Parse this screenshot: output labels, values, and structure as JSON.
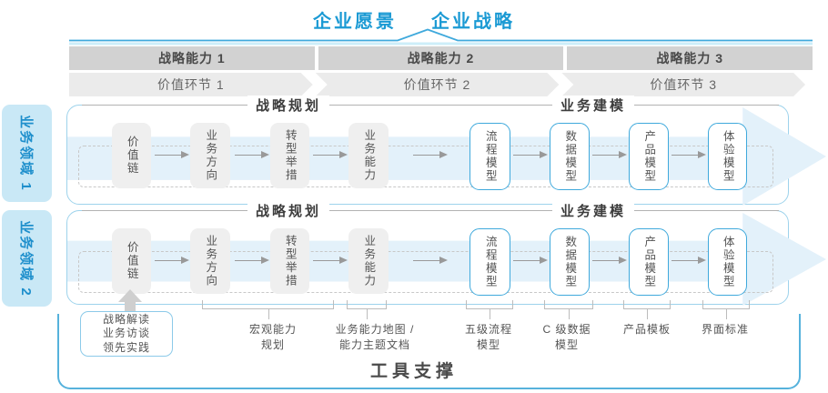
{
  "title": {
    "vision": "企业愿景",
    "strategy": "企业战略"
  },
  "capabilities": [
    "战略能力 1",
    "战略能力 2",
    "战略能力 3"
  ],
  "value_links": [
    "价值环节 1",
    "价值环节 2",
    "价值环节 3"
  ],
  "domains": [
    "业务领域 1",
    "业务领域 2"
  ],
  "rows": [
    {
      "planning_header": "战略规划",
      "modeling_header": "业务建模",
      "boxes": [
        "价值链",
        "业务方向",
        "转型举措",
        "业务能力",
        "流程模型",
        "数据模型",
        "产品模型",
        "体验模型"
      ]
    },
    {
      "planning_header": "战略规划",
      "modeling_header": "业务建模",
      "boxes": [
        "价值链",
        "业务方向",
        "转型举措",
        "业务能力",
        "流程模型",
        "数据模型",
        "产品模型",
        "体验模型"
      ]
    }
  ],
  "practice_box": {
    "line1": "战略解读",
    "line2": "业务访谈",
    "line3": "领先实践"
  },
  "annotations": [
    {
      "line1": "宏观能力",
      "line2": "规划"
    },
    {
      "line1": "业务能力地图 /",
      "line2": "能力主题文档"
    },
    {
      "line1": "五级流程",
      "line2": "模型"
    },
    {
      "line1": "C 级数据",
      "line2": "模型"
    },
    {
      "line1": "产品模板",
      "line2": ""
    },
    {
      "line1": "界面标准",
      "line2": ""
    }
  ],
  "tool_support": "工具支撑",
  "colors": {
    "accent_blue": "#1b9ad4",
    "box_border_blue": "#3fa9dc",
    "container_border_blue": "#9ed3ec",
    "band_light_blue": "#e3f1fa",
    "domain_label_bg": "#c9e8f6",
    "capability_bar_gray": "#d2d2d2",
    "value_band_gray": "#ebebeb",
    "box_gray": "#efefef",
    "text_dark": "#4a4a4a"
  }
}
